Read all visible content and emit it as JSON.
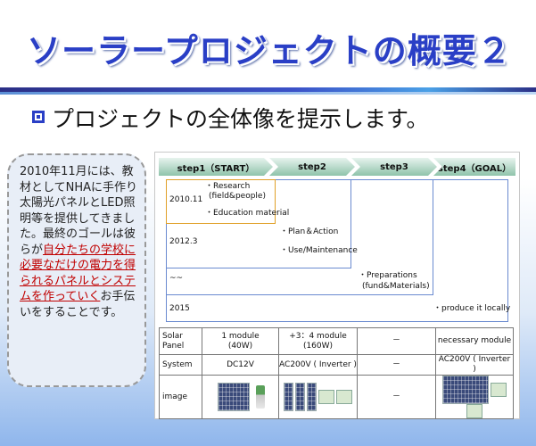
{
  "title": "ソーラープロジェクトの概要２",
  "subtitle": "プロジェクトの全体像を提示します。",
  "note": {
    "plain": "2010年11月には、教材としてNHAに手作り太陽光パネルとLED照明等を提供してきました。最終のゴールは彼らが",
    "highlight": "自分たちの学校に必要なだけの電力を得られるパネルとシステムを作っていく",
    "tail": "お手伝いをすることです。"
  },
  "diagram": {
    "steps": [
      "step1（START）",
      "step2",
      "step3",
      "step4（GOAL）"
    ],
    "years": [
      "2010.11",
      "2012.3",
      "~~",
      "2015"
    ],
    "items": {
      "s1a": "・Research",
      "s1b": "(field&people)",
      "s1c": "・Education material",
      "s2a": "・Plan＆Action",
      "s2b": "・Use/Maintenance",
      "s3a": "・Preparations",
      "s3b": "(fund&Materials)",
      "s4a": "・produce it locally"
    },
    "table": {
      "row1_label_a": "Solar",
      "row1_label_b": "Panel",
      "row1": [
        "1 module",
        "(40W)",
        "+3：4 module",
        "(160W)",
        "－",
        "necessary module"
      ],
      "row2_label": "System",
      "row2": [
        "DC12V",
        "AC200V ( Inverter )",
        "－",
        "AC200V ( Inverter )"
      ],
      "row3_label": "image",
      "row3_dash": "－"
    }
  }
}
